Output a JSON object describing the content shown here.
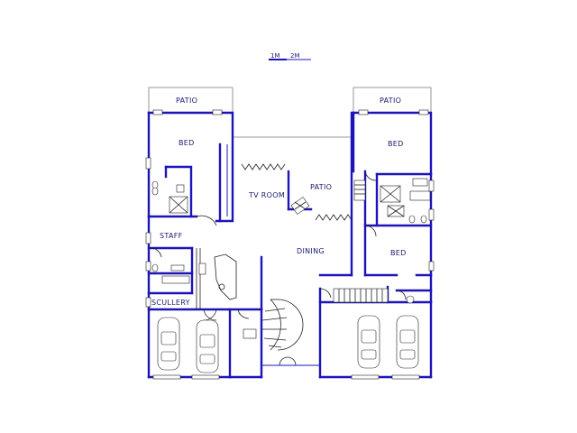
{
  "scale": {
    "label_1": "1M",
    "label_2": "2M"
  },
  "rooms": {
    "patio_left": "PATIO",
    "patio_right": "PATIO",
    "bed_left": "BED",
    "bed_right_top": "BED",
    "tv_room": "TV ROOM",
    "patio_center": "PATIO",
    "staff": "STAFF",
    "dining": "DINING",
    "bed_right_bottom": "BED",
    "scullery": "SCULLERY"
  },
  "colors": {
    "wall": "#1c14b8",
    "text": "#1a1a6e"
  }
}
